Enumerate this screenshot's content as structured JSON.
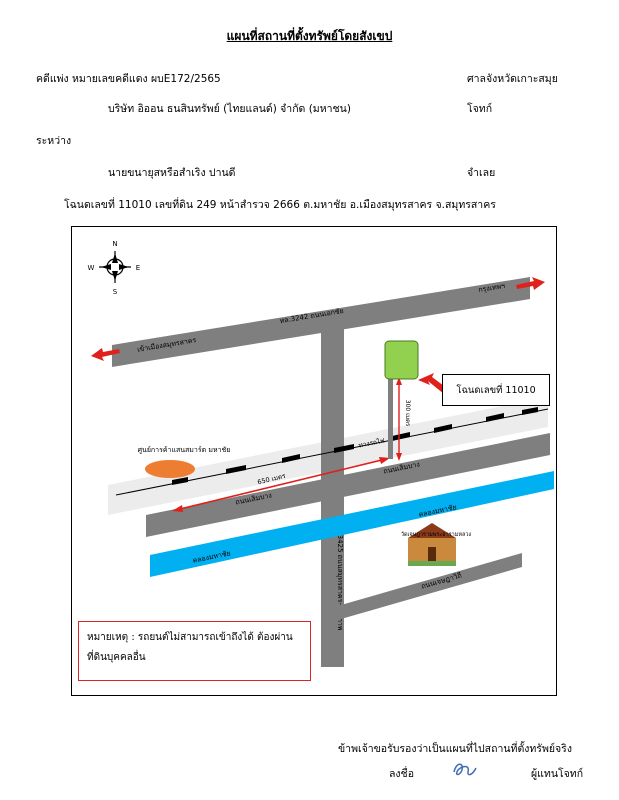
{
  "title": "แผนที่สถานที่ตั้งทรัพย์โดยสังเขป",
  "case": {
    "label": "คดีแพ่ง  หมายเลขคดีแดง  ผบE172/2565",
    "court": "ศาลจังหวัดเกาะสมุย"
  },
  "plaintiff": {
    "name": "บริษัท อิออน ธนสินทรัพย์ (ไทยแลนด์) จำกัด (มหาชน)",
    "role": "โจทก์"
  },
  "between_label": "ระหว่าง",
  "defendant": {
    "name": "นายขนายุสหรือสำเริง      ปานดี",
    "role": "จำเลย"
  },
  "deed_line": "โฉนดเลขที่  11010   เลขที่ดิน  249  หน้าสำรวจ  2666  ต.มหาชัย อ.เมืองสมุทรสาคร  จ.สมุทรสาคร",
  "map": {
    "compass": {
      "n": "N",
      "s": "S",
      "e": "E",
      "w": "W"
    },
    "roads": {
      "top_road": "ทล.3242 ถนนเอกชัย",
      "to_bangkok": "กรุงเทพฯ",
      "to_samut_sakhon": "เข้าเมืองสมุทรสาคร",
      "vertical_road": "ทล.3425 ถนนสมุทรสาคร-ไชยภาพ",
      "lower_road_1": "ถนนเลิมบาง",
      "lower_road_2": "ถนนเลิมบาง",
      "bottom_road": "ถนนเจษฎาวิถี",
      "rail_label": "ทางรถไฟ"
    },
    "canal_1": "คลองมหาชัย",
    "canal_2": "คลองมหาชัย",
    "market": "ศูนย์การค้าแสนสมาร์ต มหาชัย",
    "temple": "วัดเจษฎารามพระอารามหลวง",
    "distance_horizontal": "650 เมตร",
    "distance_vertical": "300 เมตร",
    "plot_label": "โฉนดเลขที่ 11010",
    "colors": {
      "road": "#7f7f7f",
      "canal": "#00b0f0",
      "plot": "#92d050",
      "arrow": "#e0201b",
      "market": "#ed7d31"
    }
  },
  "note": "หมายเหตุ : รถยนต์ไม่สามารถเข้าถึงได้ ต้องผ่านที่ดินบุคคลอื่น",
  "footer": {
    "certify": "ข้าพเจ้าขอรับรองว่าเป็นแผนที่ไปสถานที่ตั้งทรัพย์จริง",
    "sign_label": "ลงชื่อ",
    "sign_role": "ผู้แทนโจทก์"
  }
}
